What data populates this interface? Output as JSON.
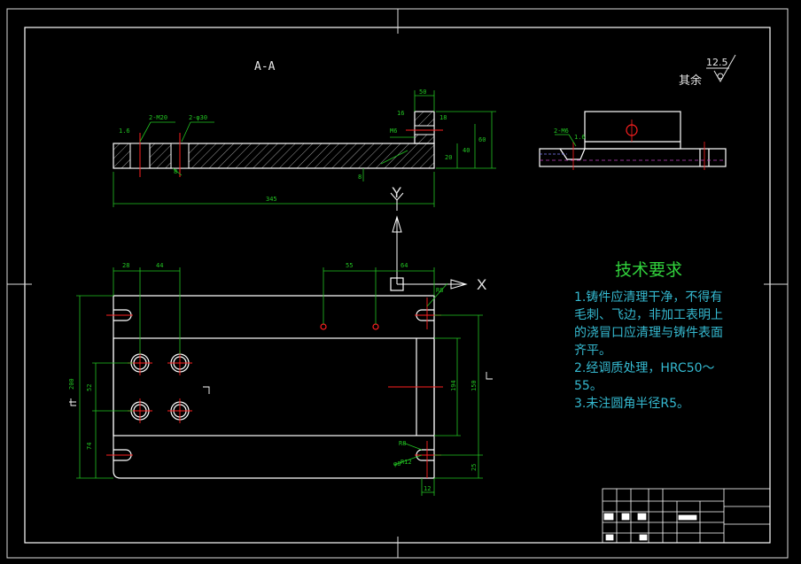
{
  "section_view": {
    "label": "A-A"
  },
  "roughness": {
    "rest_label": "其余",
    "value": "12.5"
  },
  "axes": {
    "x": "X",
    "y": "Y"
  },
  "tech_requirements": {
    "title": "技术要求",
    "lines": [
      "1.铸件应清理干净，不得有",
      "毛刺、飞边，非加工表明上",
      "的浇冒口应清理与铸件表面",
      "齐平。",
      "2.经调质处理，HRC50～",
      "55。",
      "3.未注圆角半径R5。"
    ]
  },
  "dimensions": {
    "section": [
      "1.6",
      "2-M20",
      "2-φ30",
      "50",
      "16",
      "18",
      "M6",
      "60",
      "40",
      "20",
      "345",
      "8",
      "8"
    ],
    "plan": [
      "28",
      "44",
      "55",
      "64",
      "200",
      "52",
      "74",
      "194",
      "150",
      "25",
      "12",
      "R8",
      "R12",
      "φ8"
    ],
    "side": [
      "2-M6",
      "1.6"
    ]
  },
  "colors": {
    "background": "#000000",
    "outline": "#ffffff",
    "dimension": "#22c422",
    "center": "#ff2020",
    "hidden": "#c040c0",
    "text_cyan": "#35b9d0",
    "text_green": "#31d23c"
  }
}
